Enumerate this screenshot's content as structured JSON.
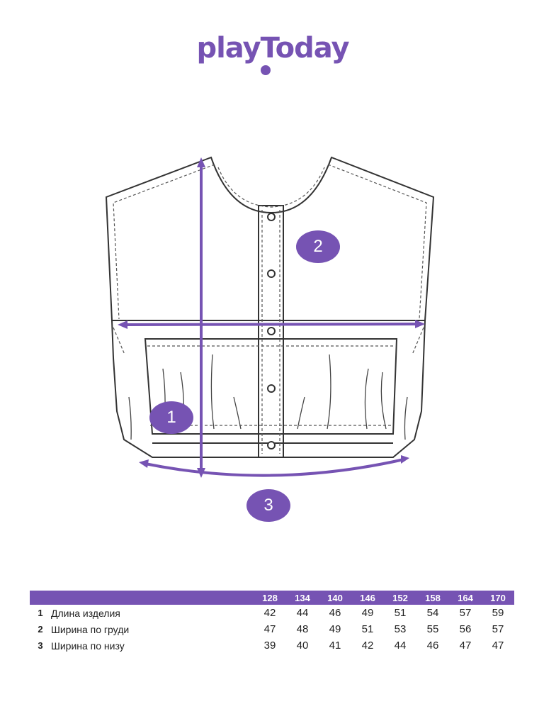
{
  "brand": {
    "logo_text": "playToday",
    "color": "#7653b3"
  },
  "measurement_badges": [
    "1",
    "2",
    "3"
  ],
  "size_table": {
    "sizes": [
      "128",
      "134",
      "140",
      "146",
      "152",
      "158",
      "164",
      "170"
    ],
    "rows": [
      {
        "num": "1",
        "label": "Длина изделия",
        "values": [
          "42",
          "44",
          "46",
          "49",
          "51",
          "54",
          "57",
          "59"
        ]
      },
      {
        "num": "2",
        "label": "Ширина по груди",
        "values": [
          "47",
          "48",
          "49",
          "51",
          "53",
          "55",
          "56",
          "57"
        ]
      },
      {
        "num": "3",
        "label": "Ширина по низу",
        "values": [
          "39",
          "40",
          "41",
          "42",
          "44",
          "46",
          "47",
          "47"
        ]
      }
    ]
  }
}
